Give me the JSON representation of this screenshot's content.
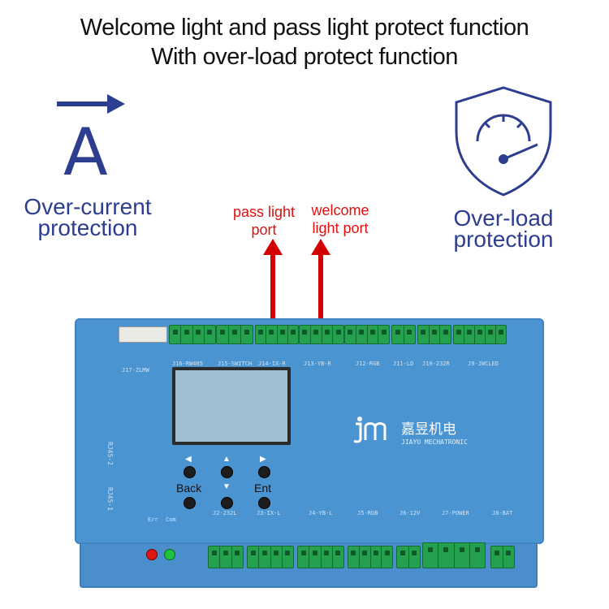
{
  "headings": {
    "line1": "Welcome light and pass light protect function",
    "line2": "With over-load protect function"
  },
  "over_current": {
    "symbol": "A",
    "line1": "Over-current",
    "line2": "protection"
  },
  "over_load": {
    "line1": "Over-load",
    "line2": "protection"
  },
  "ports": {
    "pass": {
      "line1": "pass light",
      "line2": "port"
    },
    "welcome": {
      "line1": "welcome",
      "line2": "light port"
    }
  },
  "board": {
    "brand_cn": "嘉昱机电",
    "brand_en": "JIAYU MECHATRONIC",
    "buttons": {
      "back": "Back",
      "ent": "Ent"
    },
    "top_connectors": [
      "J16-RW485",
      "J15-SWITCH",
      "J14-IX-R",
      "J13-YB-R",
      "J12-RGB",
      "J11-LD",
      "J10-232R",
      "J9-JWCLED"
    ],
    "left_header": "J17-ZLMW",
    "side_labels": [
      "RJ45-2",
      "RJ45-1"
    ],
    "bottom_connectors": [
      "J2-232L",
      "J3-IX-L",
      "J4-YB-L",
      "J5-RGB",
      "J6-12V",
      "J7-POWER",
      "J8-BAT"
    ],
    "led_labels": [
      "Err",
      "Com"
    ]
  },
  "colors": {
    "brand_blue": "#2d3d8f",
    "red": "#e01010",
    "board_blue": "#4b94d2",
    "terminal_green": "#24a04f"
  }
}
